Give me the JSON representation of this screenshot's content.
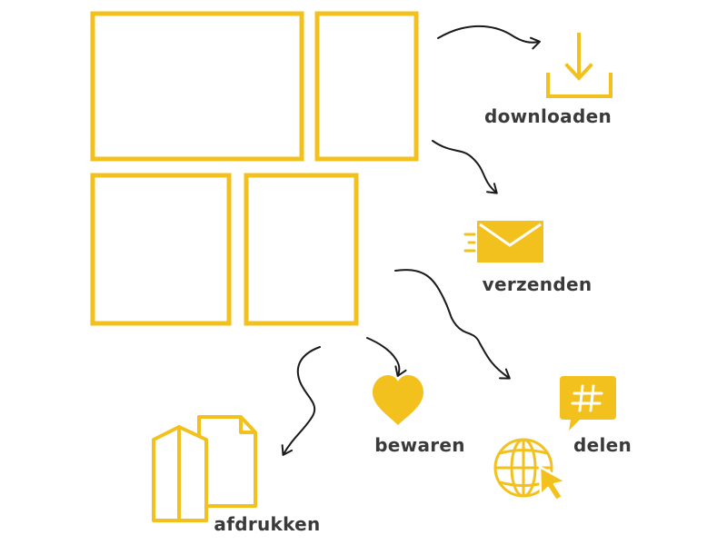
{
  "colors": {
    "accent": "#F3C11D",
    "ink": "#1a1a1a",
    "label": "#3a3a3a",
    "background": "#ffffff"
  },
  "labels": {
    "download": "downloaden",
    "send": "verzenden",
    "save": "bewaren",
    "share": "delen",
    "print": "afdrukken"
  },
  "icons": {
    "download": "download-tray-icon",
    "send": "envelope-speed-icon",
    "save": "heart-icon",
    "share_hash": "hashtag-speech-bubble-icon",
    "share_globe": "globe-cursor-icon",
    "print": "folded-pages-icon"
  }
}
